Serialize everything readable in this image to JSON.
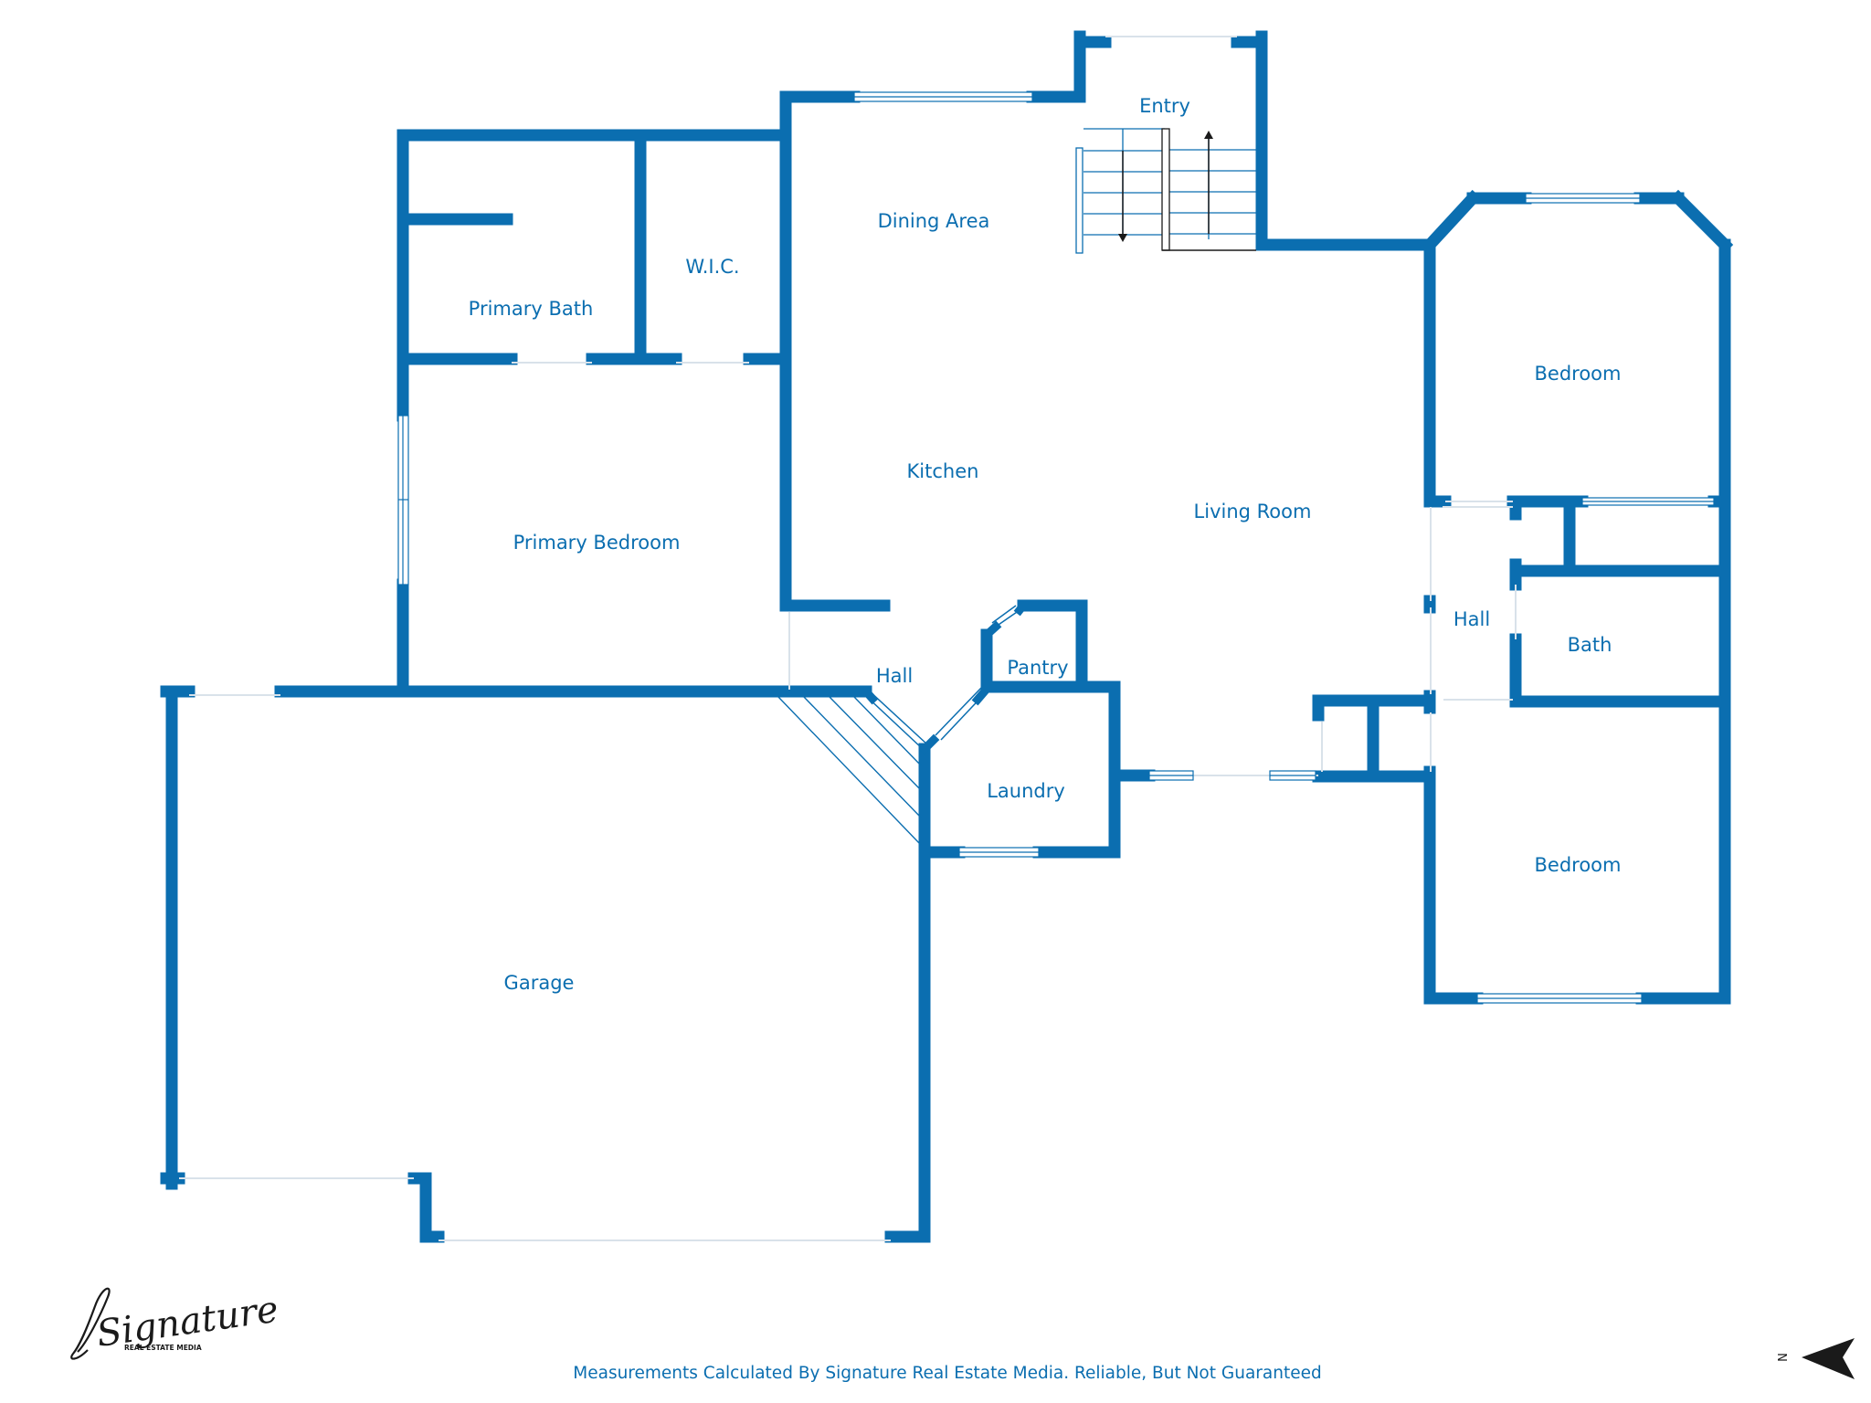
{
  "colors": {
    "wall": "#0b6eb0",
    "text": "#0b6eb0",
    "window": "#ffffff",
    "logo": "#1a1a1a",
    "background": "#ffffff"
  },
  "rooms": {
    "entry": "Entry",
    "dining_area": "Dining Area",
    "wic": "W.I.C.",
    "primary_bath": "Primary Bath",
    "kitchen": "Kitchen",
    "living_room": "Living Room",
    "primary_bedroom": "Primary Bedroom",
    "bedroom_upper": "Bedroom",
    "hall_right": "Hall",
    "bath": "Bath",
    "hall_center": "Hall",
    "pantry": "Pantry",
    "laundry": "Laundry",
    "bedroom_lower": "Bedroom",
    "garage": "Garage"
  },
  "footer": {
    "disclaimer": "Measurements Calculated By Signature Real Estate Media. Reliable, But Not Guaranteed"
  },
  "logo": {
    "script_text": "Signature",
    "sub_text": "REAL ESTATE MEDIA"
  },
  "compass": {
    "letter": "N",
    "icon": "north-arrow-icon"
  }
}
